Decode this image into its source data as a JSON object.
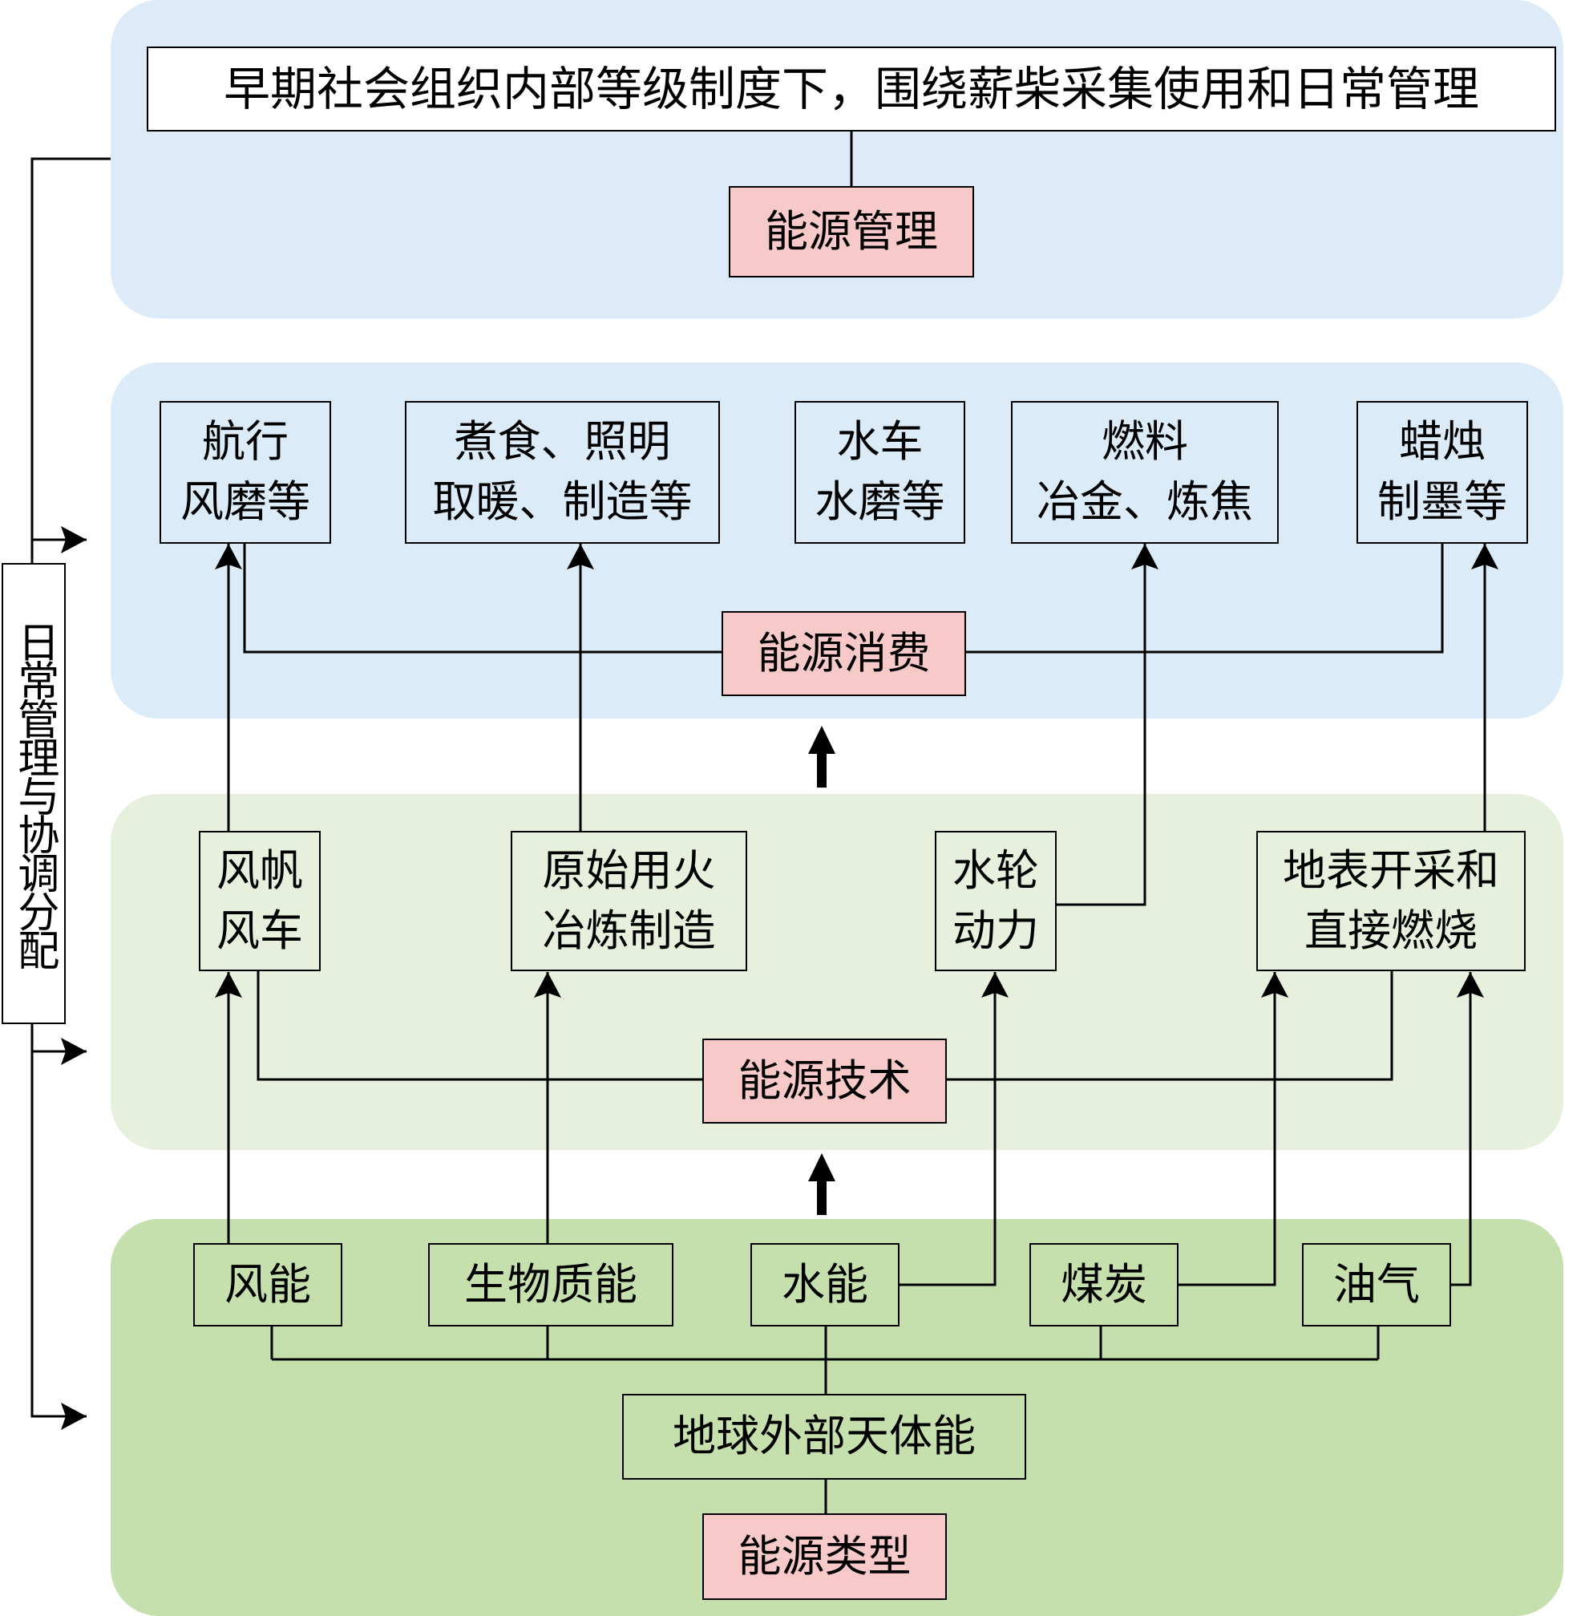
{
  "colors": {
    "management_panel": "#dcebf7",
    "consumption_panel": "#dbecf8",
    "technology_panel": "#e6f0dd",
    "types_panel": "#c5dfad",
    "key_box": "#f7c9c9"
  },
  "side_label": "日常管理与协调分配",
  "management": {
    "description": "早期社会组织内部等级制度下，围绕薪柴采集使用和日常管理",
    "key": "能源管理"
  },
  "consumption": {
    "key": "能源消费",
    "items": [
      {
        "line1": "航行",
        "line2": "风磨等"
      },
      {
        "line1": "煮食、照明",
        "line2": "取暖、制造等"
      },
      {
        "line1": "水车",
        "line2": "水磨等"
      },
      {
        "line1": "燃料",
        "line2": "冶金、炼焦"
      },
      {
        "line1": "蜡烛",
        "line2": "制墨等"
      }
    ]
  },
  "technology": {
    "key": "能源技术",
    "items": [
      {
        "line1": "风帆",
        "line2": "风车"
      },
      {
        "line1": "原始用火",
        "line2": "冶炼制造"
      },
      {
        "line1": "水轮",
        "line2": "动力"
      },
      {
        "line1": "地表开采和",
        "line2": "直接燃烧"
      }
    ]
  },
  "types": {
    "key": "能源类型",
    "source": "地球外部天体能",
    "items": [
      "风能",
      "生物质能",
      "水能",
      "煤炭",
      "油气"
    ]
  }
}
